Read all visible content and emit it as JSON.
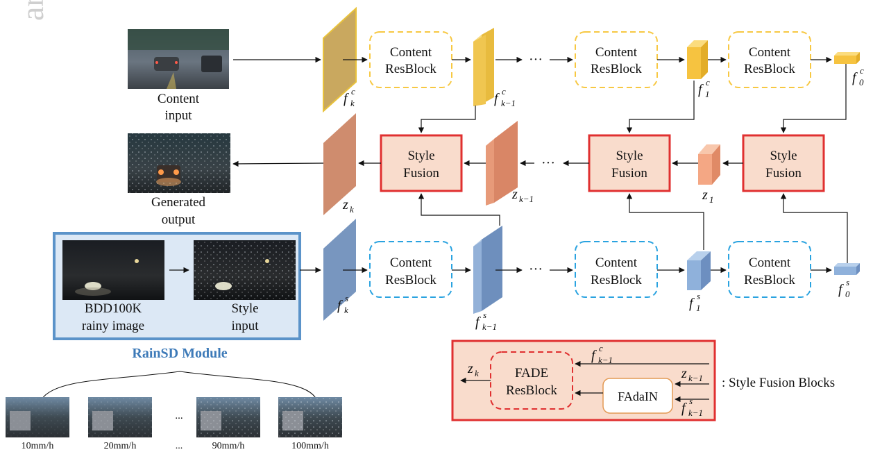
{
  "watermark": "ar",
  "io": {
    "content_input_1": "Content",
    "content_input_2": "input",
    "generated_output_1": "Generated",
    "generated_output_2": "output"
  },
  "module": {
    "bdd_1": "BDD100K",
    "bdd_2": "rainy image",
    "style_1": "Style",
    "style_2": "input",
    "title": "RainSD Module",
    "title_color": "#3d7ab8"
  },
  "blocks": {
    "content_resblock_1": "Content",
    "content_resblock_2": "ResBlock",
    "style_fusion_1": "Style",
    "style_fusion_2": "Fusion",
    "fade_1": "FADE",
    "fade_2": "ResBlock",
    "fadain": "FAdaIN",
    "ellipsis": "···"
  },
  "features": {
    "fck": "f",
    "fck_sup": "c",
    "fck_sub": "k",
    "fck1": "f",
    "fck1_sup": "c",
    "fck1_sub": "k−1",
    "fc1": "f",
    "fc1_sup": "c",
    "fc1_sub": "1",
    "fc0": "f",
    "fc0_sup": "c",
    "fc0_sub": "0",
    "fsk": "f",
    "fsk_sup": "s",
    "fsk_sub": "k",
    "fsk1": "f",
    "fsk1_sup": "s",
    "fsk1_sub": "k−1",
    "fs1": "f",
    "fs1_sup": "s",
    "fs1_sub": "1",
    "fs0": "f",
    "fs0_sup": "s",
    "fs0_sub": "0",
    "zk": "z",
    "zk_sub": "k",
    "zk1": "z",
    "zk1_sub": "k−1",
    "z1": "z",
    "z1_sub": "1"
  },
  "legend": {
    "zk": "z",
    "zk_sub": "k",
    "fck1": "f",
    "fck1_sup": "c",
    "fck1_sub": "k−1",
    "zk1": "z",
    "zk1_sub": "k−1",
    "fsk1": "f",
    "fsk1_sup": "s",
    "fsk1_sub": "k−1",
    "caption": ": Style Fusion Blocks"
  },
  "thumbnails": {
    "t1": "10mm/h",
    "t2": "20mm/h",
    "dots": "...",
    "t3": "90mm/h",
    "t4": "100mm/h",
    "mid_dots": "..."
  },
  "colors": {
    "content_yellow": "#f7c842",
    "style_blue": "#2aa3e0",
    "fusion_red": "#e03030",
    "fusion_fill": "#f9dccc",
    "module_border": "#5b93c9",
    "module_fill": "#dce8f5"
  }
}
